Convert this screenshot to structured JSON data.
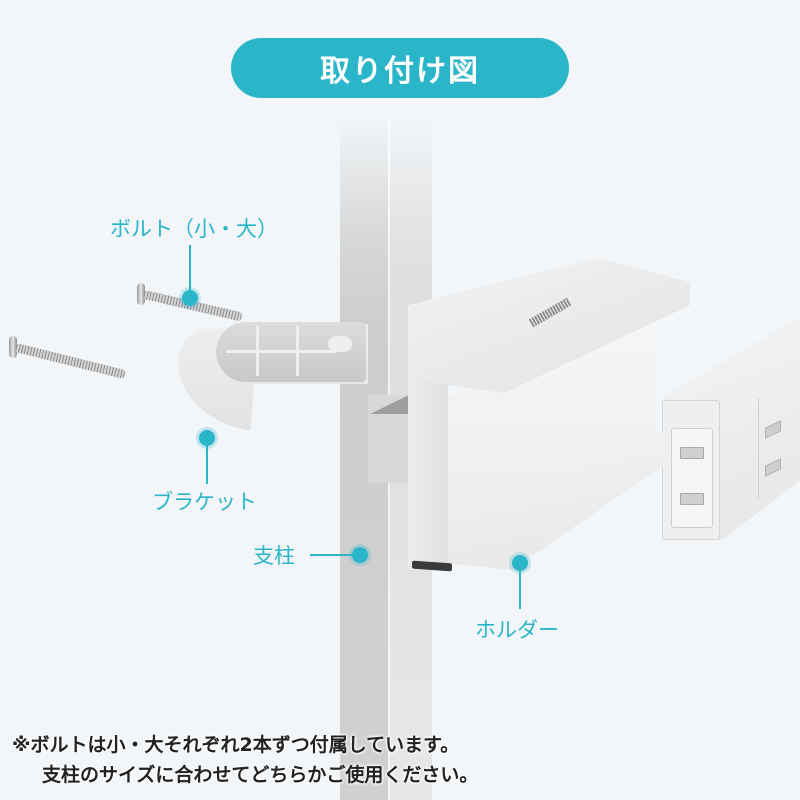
{
  "title": "取り付け図",
  "callouts": {
    "bolt": "ボルト（小・大）",
    "bracket": "ブラケット",
    "pole": "支柱",
    "holder": "ホルダー"
  },
  "note": {
    "line1": "※ボルトは小・大それぞれ2本ずつ付属しています。",
    "line2": "支柱のサイズに合わせてどちらかご使用ください。"
  },
  "colors": {
    "accent": "#2bb5c9",
    "background": "#f2f6f9",
    "text": "#222222"
  },
  "icons": {
    "callout_marker": "dot-marker"
  }
}
